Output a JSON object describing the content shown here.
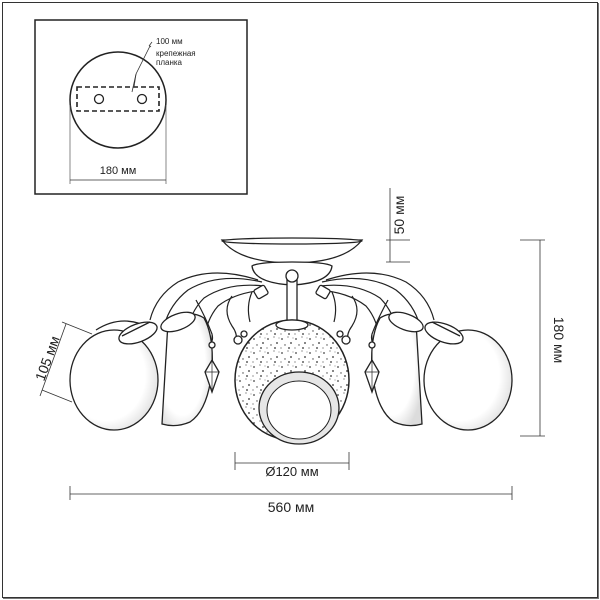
{
  "inset": {
    "plank_width_label": "100 мм",
    "plank_name_line1": "крепежная",
    "plank_name_line2": "планка",
    "base_diameter_label": "180 мм"
  },
  "dimensions": {
    "canopy_height_label": "50 мм",
    "shade_height_label": "105 мм",
    "total_height_label": "180 мм",
    "center_shade_diameter_label": "Ø120 мм",
    "total_width_label": "560 мм"
  }
}
